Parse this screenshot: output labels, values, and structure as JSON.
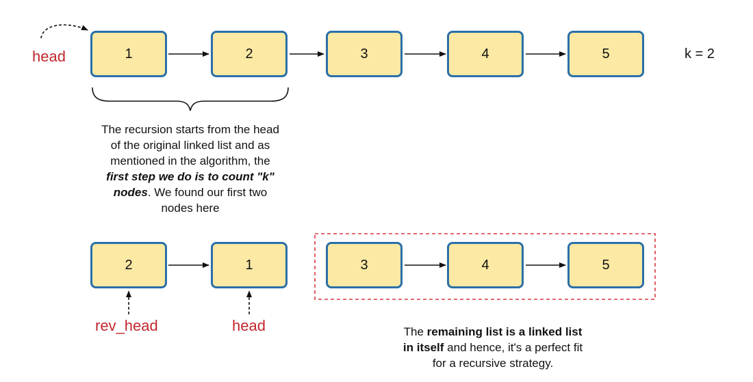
{
  "top_list": {
    "nodes": [
      "1",
      "2",
      "3",
      "4",
      "5"
    ],
    "head_label": "head",
    "k_label": "k = 2"
  },
  "caption_top": {
    "line1": "The recursion starts from the head",
    "line2": "of the original linked list and as",
    "line3": "mentioned in the algorithm, the",
    "line4_bold": "first step we do is to count \"k\"",
    "line5_bold": "nodes",
    "line5_rest": ". We found our first two",
    "line6": "nodes here"
  },
  "bottom_list": {
    "reversed_nodes": [
      "2",
      "1"
    ],
    "remaining_nodes": [
      "3",
      "4",
      "5"
    ],
    "rev_head_label": "rev_head",
    "head_label": "head"
  },
  "caption_bottom": {
    "line1_pre": "The ",
    "line1_bold": "remaining list is a linked list",
    "line2_bold": "in itself",
    "line2_rest": " and hence, it's a perfect fit",
    "line3": "for a recursive strategy."
  },
  "colors": {
    "node_fill": "#fbe9a4",
    "node_border": "#2a6fa8",
    "label_red": "#c0272d",
    "dashed_box": "#d9363e"
  }
}
